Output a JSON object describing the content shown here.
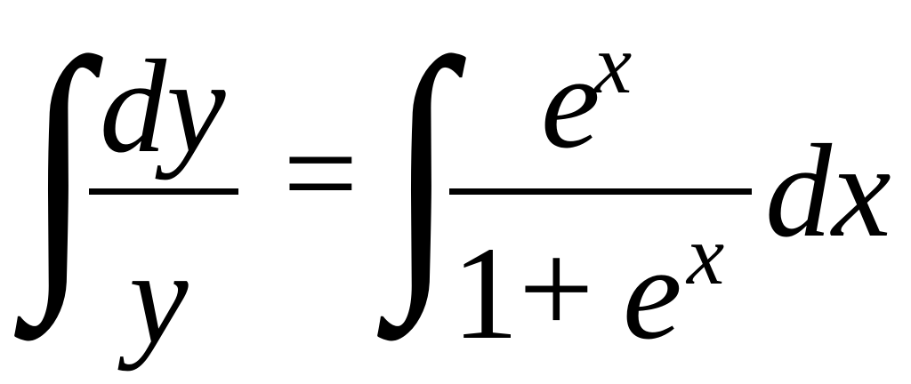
{
  "equation": {
    "lhs": {
      "integral": "∫",
      "numerator": "dy",
      "denominator": "y"
    },
    "equals": "=",
    "rhs": {
      "integral": "∫",
      "numerator_base": "e",
      "numerator_exp": "x",
      "denominator_one": "1",
      "denominator_plus": "+",
      "denominator_base": "e",
      "denominator_exp": "x",
      "differential": "dx"
    }
  }
}
